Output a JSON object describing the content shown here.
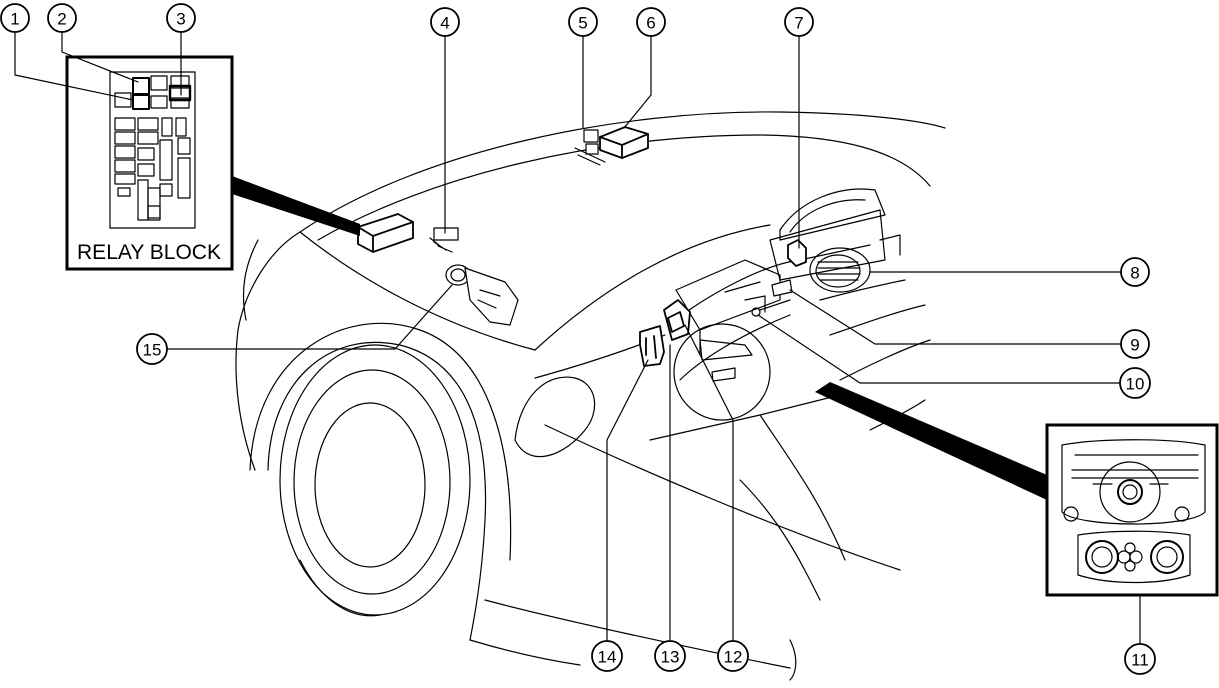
{
  "relay_block": {
    "label": "RELAY BLOCK"
  },
  "callouts": [
    {
      "num": "1"
    },
    {
      "num": "2"
    },
    {
      "num": "3"
    },
    {
      "num": "4"
    },
    {
      "num": "5"
    },
    {
      "num": "6"
    },
    {
      "num": "7"
    },
    {
      "num": "8"
    },
    {
      "num": "9"
    },
    {
      "num": "10"
    },
    {
      "num": "11"
    },
    {
      "num": "12"
    },
    {
      "num": "13"
    },
    {
      "num": "14"
    },
    {
      "num": "15"
    }
  ]
}
